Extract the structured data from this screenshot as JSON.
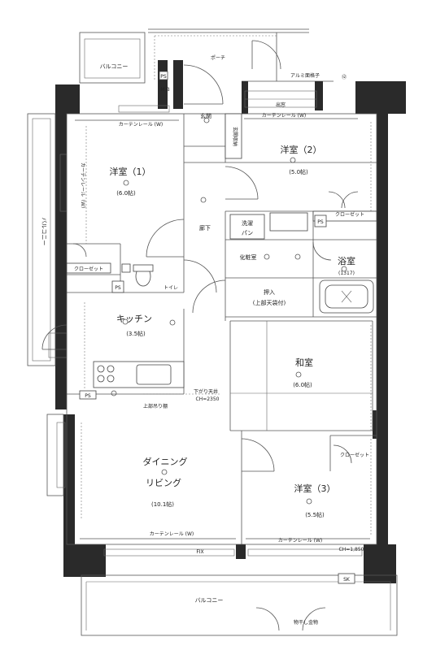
{
  "rooms": {
    "western1": {
      "name": "洋室（1）",
      "size": "(6.0帖)"
    },
    "western2": {
      "name": "洋室（2）",
      "size": "(5.0帖)"
    },
    "western3": {
      "name": "洋室（3）",
      "size": "(5.5帖)"
    },
    "japanese": {
      "name": "和室",
      "size": "(6.0帖)"
    },
    "kitchen": {
      "name": "キッチン",
      "size": "(3.5帖)"
    },
    "living_line1": "ダイニング",
    "living_line2": "リビング",
    "living_size": "(10.1帖)",
    "entrance": "玄関",
    "hallway": "廊下",
    "laundry_line1": "洗濯",
    "laundry_line2": "パン",
    "powder": "化粧室",
    "bath": "浴室",
    "bath_size": "(1317)",
    "toilet": "トイレ",
    "storage_line1": "押入",
    "storage_line2": "(上部天袋付)"
  },
  "labels": {
    "porch": "ポーチ",
    "balcony_top": "バルコニー",
    "balcony_left": "バルコニー",
    "balcony_bottom": "バルコニー",
    "aluminum": "アルミ面格子",
    "curtain_w": "カーテンレール（W）",
    "curtain_top_left": "カーテンレール (W)",
    "curtain_top_right": "カーテンレール (W)",
    "curtain_bottom_left": "カーテンレール (W)",
    "curtain_bottom_right": "カーテンレール (W)",
    "closet": "クローゼット",
    "closet_w3": "クローゼット",
    "closet_w2": "クローゼット",
    "ps": "PS",
    "mb": "M B",
    "ceiling_drop": "下がり天井",
    "ch2350": "CH=2350",
    "upper_storage": "上部吊り棚",
    "ch1850": "CH=1,850",
    "sk": "SK",
    "drying_hardware": "物干し金物",
    "entrance_storage": "玄関収納",
    "fix": "FIX",
    "window": "出窓",
    "circle_num": "⑫"
  }
}
